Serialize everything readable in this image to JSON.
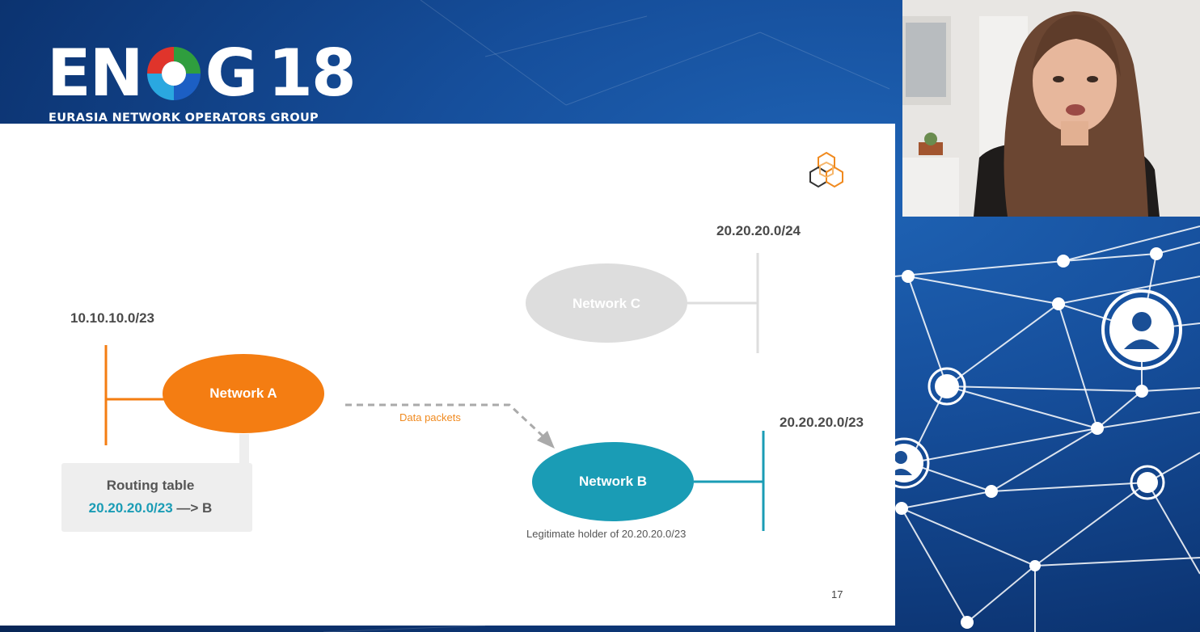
{
  "conference": {
    "logo_left": "EN",
    "logo_right": "G",
    "logo_number": "18",
    "logo_subtitle": "EURASIA NETWORK OPERATORS GROUP"
  },
  "slide": {
    "network_a": {
      "label": "Network A",
      "prefix": "10.10.10.0/23",
      "color": "#f47d12"
    },
    "network_b": {
      "label": "Network B",
      "prefix": "20.20.20.0/23",
      "color": "#1a9cb5",
      "caption": "Legitimate holder of 20.20.20.0/23"
    },
    "network_c": {
      "label": "Network C",
      "prefix": "20.20.20.0/24",
      "color": "#dddddd"
    },
    "routing_table": {
      "title": "Routing table",
      "entry_prefix": "20.20.20.0/23",
      "entry_target": "—> B"
    },
    "data_packets_label": "Data packets",
    "page_number": "17",
    "corner_icon": "ripe-ncc-cube-icon"
  },
  "video": {
    "description_icon": "presenter-webcam"
  }
}
